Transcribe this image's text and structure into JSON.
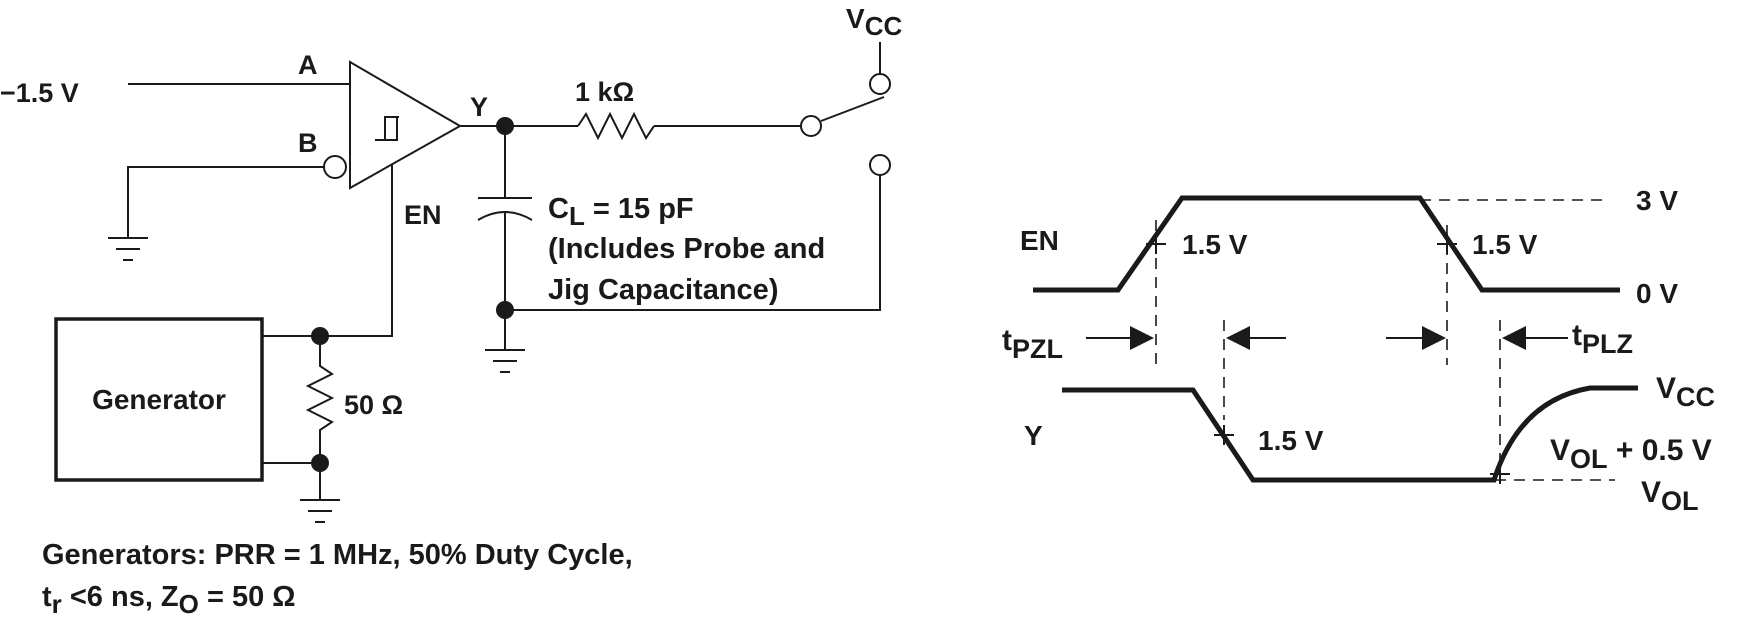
{
  "circuit": {
    "input_a_voltage": "−1.5 V",
    "pin_a": "A",
    "pin_b": "B",
    "pin_y": "Y",
    "pin_en": "EN",
    "resistor_1": "1 kΩ",
    "supply": {
      "main": "V",
      "sub": "CC"
    },
    "load_cap": {
      "main": "C",
      "sub": "L",
      "rest": " = 15 pF"
    },
    "cap_note_1": "(Includes Probe and",
    "cap_note_2": "Jig Capacitance)",
    "generator": "Generator",
    "resistor_2": "50 Ω",
    "gen_note_1": "Generators: PRR = 1 MHz, 50% Duty Cycle,",
    "gen_note_2": {
      "t": "t",
      "t_sub": "r",
      "mid": " <6 ns, Z",
      "z_sub": "O",
      "end": " = 50 Ω"
    }
  },
  "waveform": {
    "en_label": "EN",
    "y_label": "Y",
    "level_3v": "3 V",
    "level_0v": "0 V",
    "threshold_en_rise": "1.5 V",
    "threshold_en_fall": "1.5 V",
    "threshold_y": "1.5 V",
    "t_pzl": {
      "main": "t",
      "sub": "PZL"
    },
    "t_plz": {
      "main": "t",
      "sub": "PLZ"
    },
    "vcc": {
      "main": "V",
      "sub": "CC"
    },
    "vol_plus": {
      "main": "V",
      "sub": "OL",
      "rest": " + 0.5 V"
    },
    "vol": {
      "main": "V",
      "sub": "OL"
    }
  }
}
